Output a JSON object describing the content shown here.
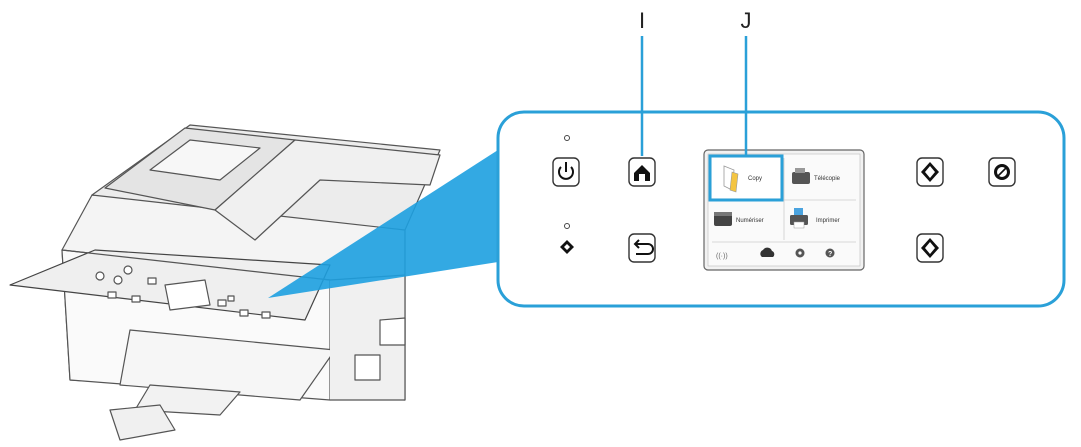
{
  "callouts": {
    "home_callout": "I",
    "copy_callout": "J"
  },
  "touch_screen": {
    "tiles": [
      {
        "label": "Copy",
        "icon": "copy-icon",
        "highlighted": true
      },
      {
        "label": "Télécopie",
        "icon": "fax-icon",
        "highlighted": false
      },
      {
        "label": "Numériser",
        "icon": "scan-icon",
        "highlighted": false
      },
      {
        "label": "Imprimer",
        "icon": "print-icon",
        "highlighted": false
      }
    ],
    "bottom_icons": [
      "wireless-icon",
      "cloud-icon",
      "settings-icon",
      "help-icon"
    ]
  },
  "panel_buttons": [
    {
      "name": "power-button",
      "icon": "power-icon"
    },
    {
      "name": "home-button",
      "icon": "home-icon"
    },
    {
      "name": "back-button",
      "icon": "back-icon"
    },
    {
      "name": "color-start-button",
      "icon": "start-diamond-icon"
    },
    {
      "name": "black-start-button",
      "icon": "start-diamond-icon"
    },
    {
      "name": "stop-button",
      "icon": "stop-icon"
    }
  ],
  "colors": {
    "panel_outline": "#2aa0d8",
    "callout_line": "#2aa0d8",
    "beam": "#1da0e0",
    "highlight": "#2aa0d8"
  }
}
